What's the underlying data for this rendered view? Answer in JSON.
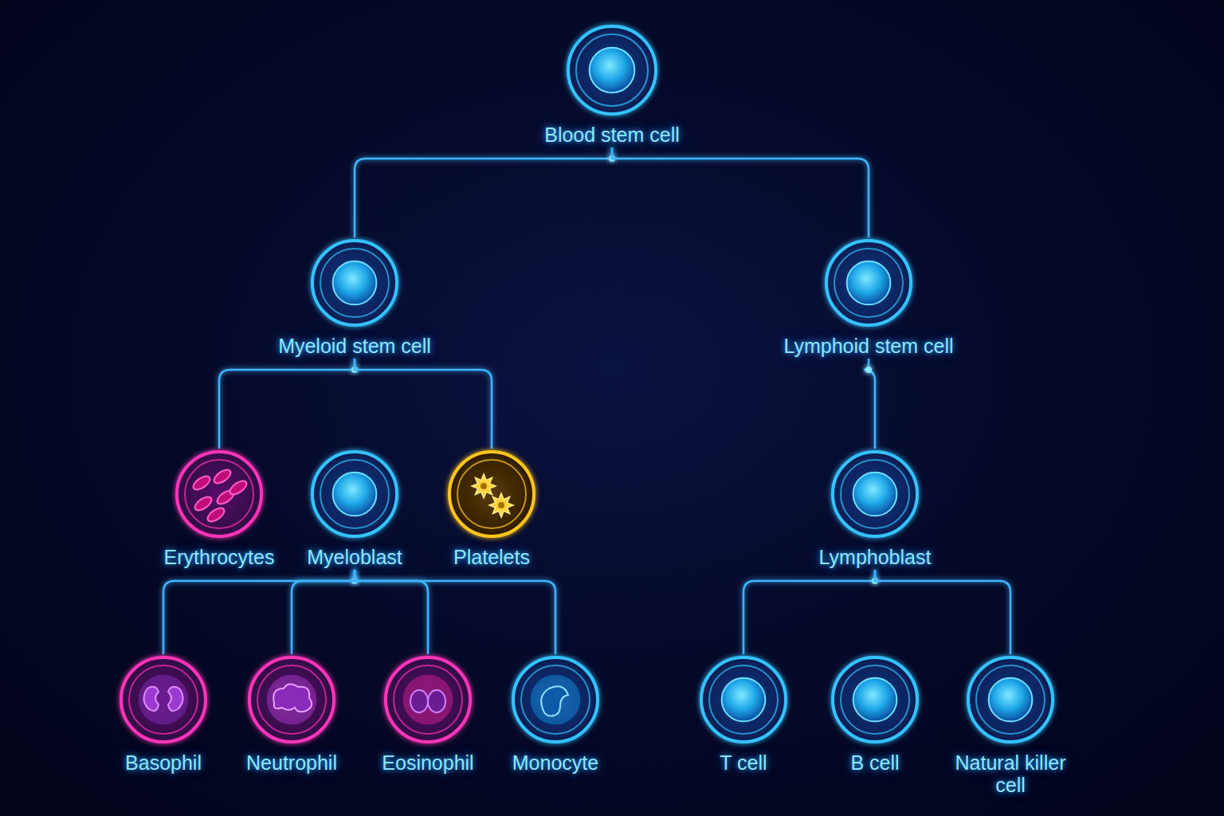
{
  "diagram": {
    "nodes": [
      {
        "text": [
          "Blood stem cell"
        ]
      },
      {
        "text": [
          "Myeloid stem cell"
        ]
      },
      {
        "text": [
          "Lymphoid stem cell"
        ]
      },
      {
        "text": [
          "Erythrocytes"
        ]
      },
      {
        "text": [
          "Myeloblast"
        ]
      },
      {
        "text": [
          "Platelets"
        ]
      },
      {
        "text": [
          "Lymphoblast"
        ]
      },
      {
        "text": [
          "Basophil"
        ]
      },
      {
        "text": [
          "Neutrophil"
        ]
      },
      {
        "text": [
          "Eosinophil"
        ]
      },
      {
        "text": [
          "Monocyte"
        ]
      },
      {
        "text": [
          "T cell"
        ]
      },
      {
        "text": [
          "B cell"
        ]
      },
      {
        "text": [
          "Natural killer cell"
        ]
      }
    ],
    "edges": [
      {
        "from": 0,
        "to": 1,
        "arrow": "none"
      },
      {
        "from": 0,
        "to": 2,
        "arrow": "none"
      },
      {
        "from": 1,
        "to": 3,
        "arrow": "none"
      },
      {
        "from": 1,
        "to": 4,
        "arrow": "none"
      },
      {
        "from": 1,
        "to": 5,
        "arrow": "none"
      },
      {
        "from": 2,
        "to": 6,
        "arrow": "none"
      },
      {
        "from": 4,
        "to": 7,
        "arrow": "none"
      },
      {
        "from": 4,
        "to": 8,
        "arrow": "none"
      },
      {
        "from": 4,
        "to": 9,
        "arrow": "none"
      },
      {
        "from": 4,
        "to": 10,
        "arrow": "none"
      },
      {
        "from": 6,
        "to": 11,
        "arrow": "none"
      },
      {
        "from": 6,
        "to": 12,
        "arrow": "none"
      },
      {
        "from": 6,
        "to": 13,
        "arrow": "none"
      }
    ]
  }
}
